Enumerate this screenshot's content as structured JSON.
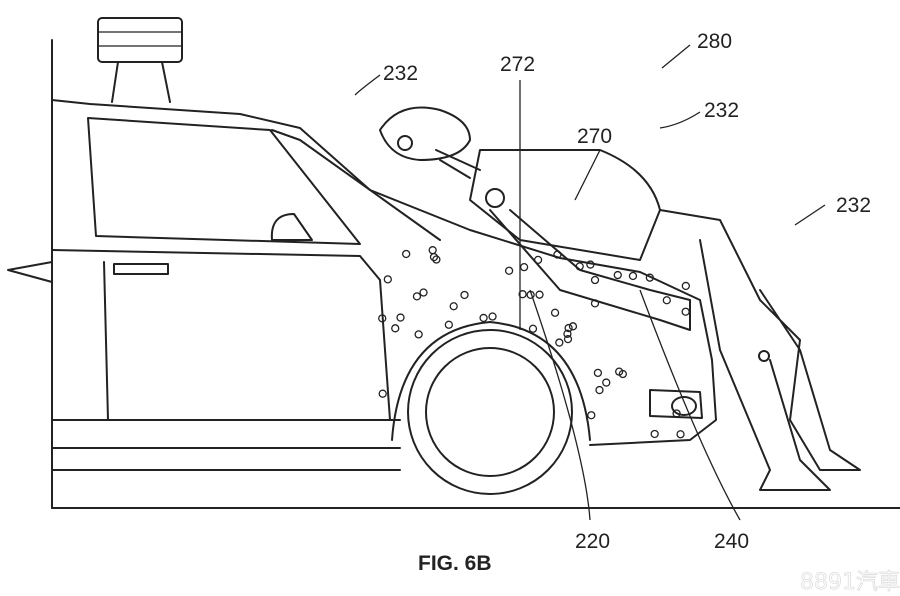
{
  "figure": {
    "caption": "FIG. 6B",
    "labels": {
      "system": "280",
      "particles_left": "232",
      "particles_mid": "232",
      "particles_right": "232",
      "line": "272",
      "pedestrian": "270",
      "wheel": "220",
      "hood": "240"
    },
    "watermark": "8891汽車"
  }
}
